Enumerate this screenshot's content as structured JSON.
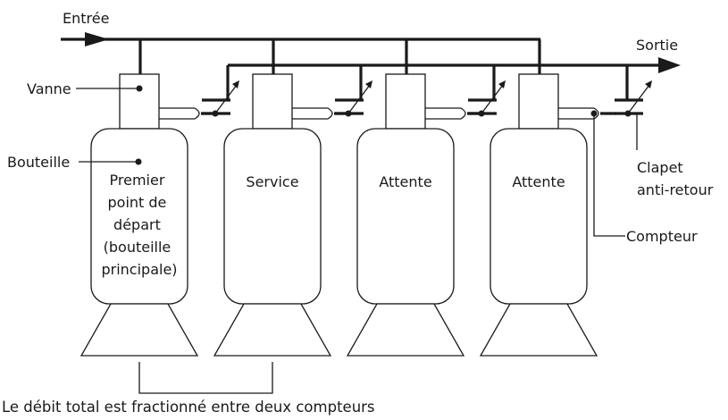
{
  "labels": {
    "inlet": "Entrée",
    "outlet": "Sortie",
    "valve": "Vanne",
    "bottle": "Bouteille",
    "check_valve_line1": "Clapet",
    "check_valve_line2": "anti-retour",
    "meter": "Compteur"
  },
  "tanks": [
    {
      "lines": [
        "Premier",
        "point de",
        "départ",
        "(bouteille",
        "principale)"
      ]
    },
    {
      "lines": [
        "Service"
      ]
    },
    {
      "lines": [
        "Attente"
      ]
    },
    {
      "lines": [
        "Attente"
      ]
    }
  ],
  "caption": "Le débit total est fractionné entre deux compteurs",
  "colors": {
    "line": "#1a1a1a",
    "background": "#ffffff"
  }
}
